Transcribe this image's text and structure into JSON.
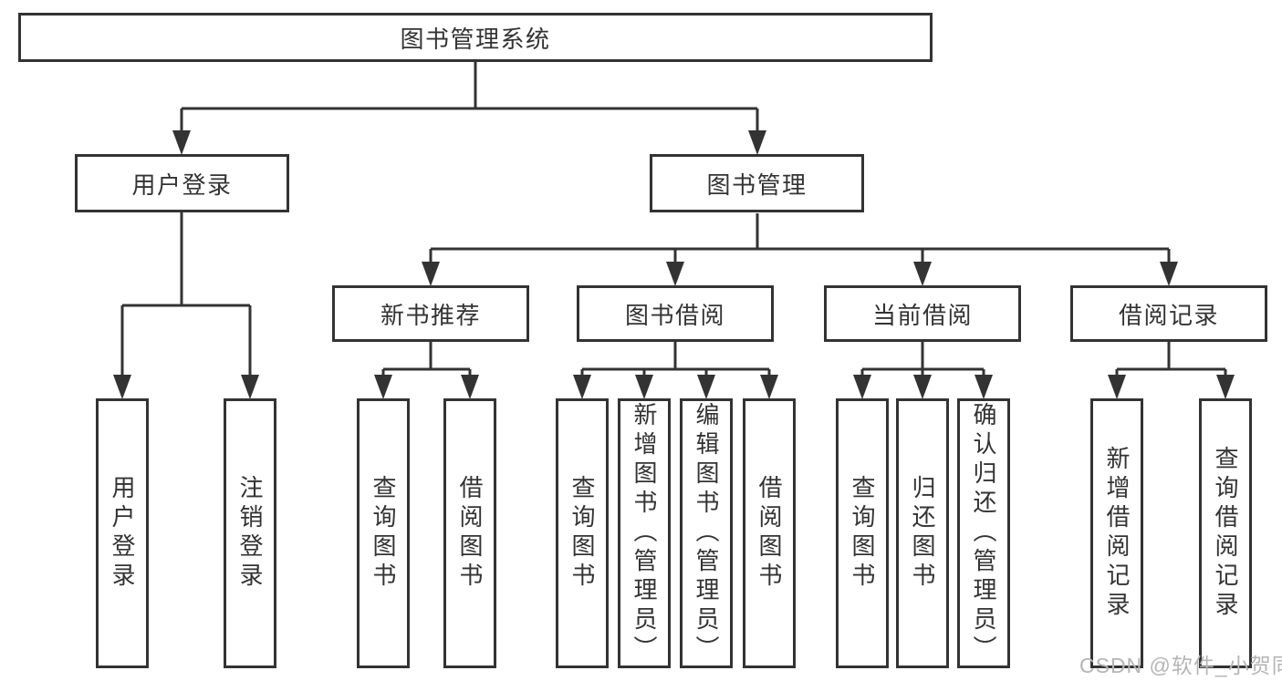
{
  "tree": {
    "root": {
      "label": "图书管理系统"
    },
    "branches": [
      {
        "label": "用户登录",
        "children": [
          {
            "label": "用户登录"
          },
          {
            "label": "注销登录"
          }
        ]
      },
      {
        "label": "图书管理",
        "sections": [
          {
            "label": "新书推荐",
            "children": [
              {
                "label": "查询图书"
              },
              {
                "label": "借阅图书"
              }
            ]
          },
          {
            "label": "图书借阅",
            "children": [
              {
                "label": "查询图书"
              },
              {
                "label": "新增图书（管理员）"
              },
              {
                "label": "编辑图书（管理员）"
              },
              {
                "label": "借阅图书"
              }
            ]
          },
          {
            "label": "当前借阅",
            "children": [
              {
                "label": "查询图书"
              },
              {
                "label": "归还图书"
              },
              {
                "label": "确认归还（管理员）"
              }
            ]
          },
          {
            "label": "借阅记录",
            "children": [
              {
                "label": "新增借阅记录"
              },
              {
                "label": "查询借阅记录"
              }
            ]
          }
        ]
      }
    ]
  },
  "watermark": "CSDN @软件_小贺同学",
  "colors": {
    "line": "#333333",
    "text": "#333333",
    "watermark": "#b5b5b5",
    "background": "#ffffff"
  }
}
